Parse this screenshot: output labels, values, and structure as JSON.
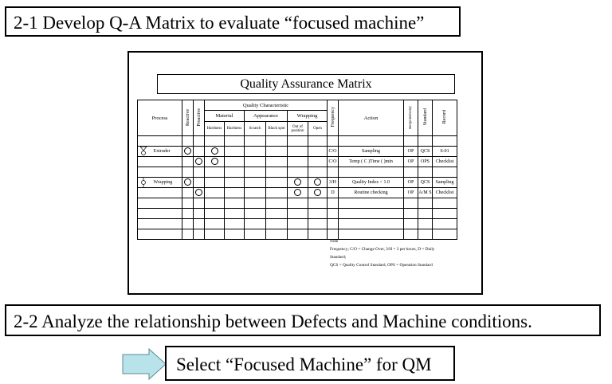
{
  "headings": {
    "step_1": "2-1 Develop Q-A Matrix to evaluate “focused machine”",
    "step_2": "2-2 Analyze the relationship between Defects and Machine conditions.",
    "select": "Select “Focused Machine” for QM"
  },
  "matrix": {
    "title": "Quality Assurance Matrix",
    "headers": {
      "process": "Process",
      "reactive": "Reactive",
      "proactive": "Proactive",
      "quality_characteristic": "Quality Characteristic",
      "material": "Material",
      "appearance": "Appearance",
      "wrapping": "Wrapping",
      "hardness_1": "Hardness",
      "hardness_2": "Hardness",
      "scratch": "Scratch",
      "black_spot": "Black spot",
      "out_of_position": "Out of position",
      "open": "Open",
      "frequency": "Frequency",
      "action": "Action",
      "responsibility": "Responsibility",
      "standard": "Standard",
      "record": "Record"
    },
    "rows": [
      {
        "process": "Extruder",
        "frequency": "C/O",
        "action": "Sampling",
        "responsibility": "OP",
        "standard": "QCS",
        "record": "S-01"
      },
      {
        "process": "",
        "frequency": "C/O",
        "action": "Temp ( C )Time (   )min",
        "responsibility": "OP",
        "standard": "OPS",
        "record": "Checklist"
      },
      {
        "process": "Wrapping",
        "frequency": "3/H",
        "action": "Quality Index < 1.0",
        "responsibility": "OP",
        "standard": "QCS",
        "record": "Sampling"
      },
      {
        "process": "",
        "frequency": "D",
        "action": "Routine checking",
        "responsibility": "OP",
        "standard": "A/M S",
        "record": "Checklist"
      }
    ]
  },
  "note": {
    "title": "Note",
    "line1": "Frequency; C/O = Change Over, 3/H = 3 per hours, D = Daily",
    "line2": "Standard;",
    "line3": "QCS = Quality Control Standard, OPS = Operation Standard"
  },
  "colors": {
    "arrow_fill": "#b9e3ea",
    "arrow_stroke": "#5a8a94"
  },
  "icons": {
    "mark": "circle-mark-icon",
    "arrow": "right-arrow-icon",
    "flow": "flow-symbol-icon"
  }
}
